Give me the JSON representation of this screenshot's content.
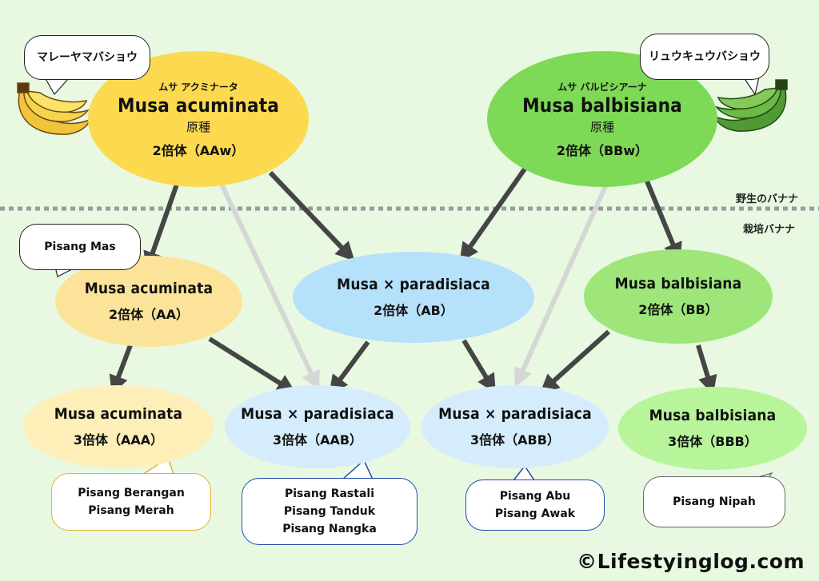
{
  "labels": {
    "wild": "野生のバナナ",
    "cultivated": "栽培バナナ"
  },
  "wild_nodes": [
    {
      "kana": "ムサ アクミナータ",
      "sci": "Musa acuminata",
      "note": "原種",
      "ploidy": "2倍体（AAw）",
      "color": "#fcd94f"
    },
    {
      "kana": "ムサ バルビシアーナ",
      "sci": "Musa balbisiana",
      "note": "原種",
      "ploidy": "2倍体（BBw）",
      "color": "#7ed957"
    }
  ],
  "diploid_nodes": [
    {
      "sci": "Musa acuminata",
      "ploidy": "2倍体（AA）",
      "color": "#fbe49a"
    },
    {
      "sci": "Musa × paradisiaca",
      "ploidy": "2倍体（AB）",
      "color": "#b6e1fb"
    },
    {
      "sci": "Musa balbisiana",
      "ploidy": "2倍体（BB）",
      "color": "#9ee67a"
    }
  ],
  "triploid_nodes": [
    {
      "sci": "Musa acuminata",
      "ploidy": "3倍体（AAA）",
      "color": "#fdefb7"
    },
    {
      "sci": "Musa × paradisiaca",
      "ploidy": "3倍体（AAB）",
      "color": "#d4ecfb"
    },
    {
      "sci": "Musa × paradisiaca",
      "ploidy": "3倍体（ABB）",
      "color": "#d4ecfb"
    },
    {
      "sci": "Musa balbisiana",
      "ploidy": "3倍体（BBB）",
      "color": "#b8f59a"
    }
  ],
  "bubbles": {
    "malay": "マレーヤマバショウ",
    "ryukyu": "リュウキュウバショウ",
    "mas": "Pisang Mas",
    "aaa": [
      "Pisang Berangan",
      "Pisang Merah"
    ],
    "aab": [
      "Pisang Rastali",
      "Pisang Tanduk",
      "Pisang Nangka"
    ],
    "abb": [
      "Pisang Abu",
      "Pisang Awak"
    ],
    "bbb": "Pisang Nipah"
  },
  "watermark": "©Lifestyinglog.com"
}
